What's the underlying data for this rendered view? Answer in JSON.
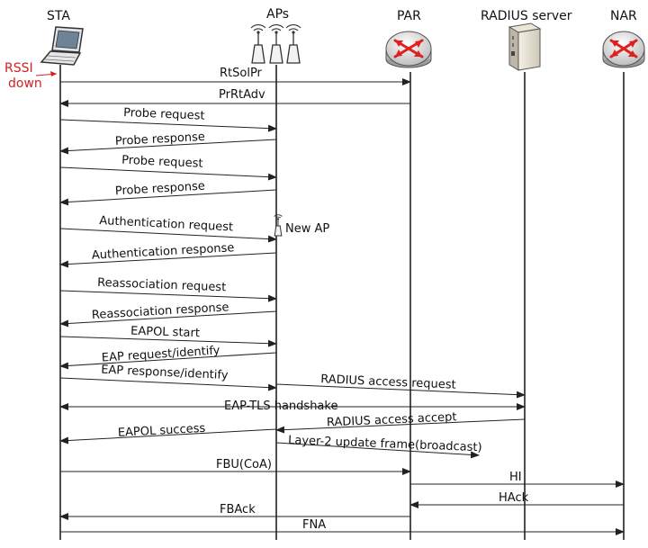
{
  "entities": {
    "sta": {
      "label": "STA",
      "icon": "laptop-icon"
    },
    "aps": {
      "label": "APs",
      "icon": "access-points-icon"
    },
    "par": {
      "label": "PAR",
      "icon": "router-icon"
    },
    "radius": {
      "label": "RADIUS server",
      "icon": "server-icon"
    },
    "nar": {
      "label": "NAR",
      "icon": "router-icon"
    }
  },
  "rssi_label": [
    "RSSI",
    "down"
  ],
  "new_ap_label": "New AP",
  "colors": {
    "rssi": "#d42020",
    "router_red": "#e02020",
    "line": "#222222"
  },
  "messages": [
    {
      "label": "RtSolPr",
      "from": "sta",
      "to": "par"
    },
    {
      "label": "PrRtAdv",
      "from": "par",
      "to": "sta"
    },
    {
      "label": "Probe request",
      "from": "sta",
      "to": "aps"
    },
    {
      "label": "Probe response",
      "from": "aps",
      "to": "sta"
    },
    {
      "label": "Probe request",
      "from": "sta",
      "to": "aps"
    },
    {
      "label": "Probe response",
      "from": "aps",
      "to": "sta"
    },
    {
      "label": "Authentication request",
      "from": "sta",
      "to": "aps"
    },
    {
      "label": "Authentication response",
      "from": "aps",
      "to": "sta"
    },
    {
      "label": "Reassociation request",
      "from": "sta",
      "to": "aps"
    },
    {
      "label": "Reassociation response",
      "from": "aps",
      "to": "sta"
    },
    {
      "label": "EAPOL start",
      "from": "sta",
      "to": "aps"
    },
    {
      "label": "EAP request/identify",
      "from": "aps",
      "to": "sta"
    },
    {
      "label": "EAP response/identify",
      "from": "sta",
      "to": "aps"
    },
    {
      "label": "RADIUS access request",
      "from": "aps",
      "to": "radius"
    },
    {
      "label": "EAP-TLS handshake",
      "from": "sta",
      "to": "radius",
      "bidirectional": true
    },
    {
      "label": "RADIUS access accept",
      "from": "radius",
      "to": "aps"
    },
    {
      "label": "EAPOL success",
      "from": "aps",
      "to": "sta"
    },
    {
      "label": "Layer-2 update frame(broadcast)",
      "from": "aps",
      "to": "broadcast"
    },
    {
      "label": "FBU(CoA)",
      "from": "sta",
      "to": "par"
    },
    {
      "label": "HI",
      "from": "par",
      "to": "nar"
    },
    {
      "label": "HAck",
      "from": "nar",
      "to": "par"
    },
    {
      "label": "FBAck",
      "from": "par",
      "to": "sta"
    },
    {
      "label": "FNA",
      "from": "sta",
      "to": "nar"
    }
  ]
}
